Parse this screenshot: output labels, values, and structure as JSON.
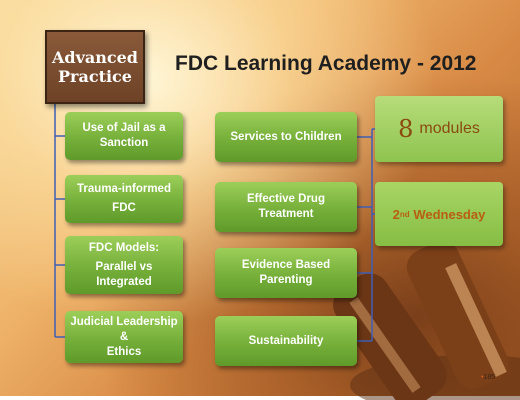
{
  "slide": {
    "advanced_practice": {
      "line1": "Advanced",
      "line2": "Practice"
    },
    "title": "FDC Learning Academy - 2012",
    "left_boxes": [
      {
        "line1": "Use of Jail as a",
        "line2": "Sanction"
      },
      {
        "line1": "Trauma-informed",
        "line2": "FDC"
      },
      {
        "line1": "FDC Models:",
        "line2": "Parallel vs",
        "line3": "Integrated"
      },
      {
        "line1": "Judicial Leadership &",
        "line2": "Ethics"
      }
    ],
    "center_boxes": [
      {
        "line1": "Services to Children",
        "line2": ""
      },
      {
        "line1": "Effective Drug",
        "line2": "Treatment"
      },
      {
        "line1": "Evidence Based",
        "line2": "Parenting"
      },
      {
        "line1": "Sustainability",
        "line2": ""
      }
    ],
    "modules": {
      "number": "8",
      "label": "modules"
    },
    "schedule": {
      "day": "2",
      "suffix": "nd",
      "weekday": "Wednesday"
    },
    "page_number": "185",
    "colors": {
      "connector": "#3f5fb5",
      "green": "#79b23c",
      "brown": "#6d4226"
    }
  }
}
